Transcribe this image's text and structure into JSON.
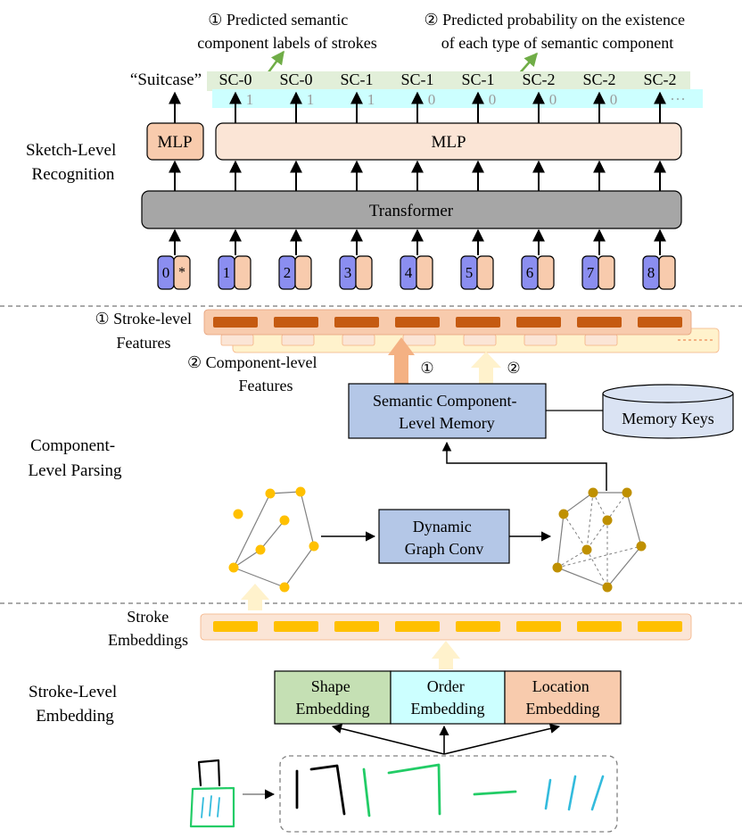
{
  "sections": {
    "sketch_level": [
      "Sketch-Level",
      "Recognition"
    ],
    "component_level": [
      "Component-",
      "Level Parsing"
    ],
    "stroke_level": [
      "Stroke-Level",
      "Embedding"
    ]
  },
  "annotations": {
    "predicted_labels": [
      "① Predicted semantic",
      "component labels of strokes"
    ],
    "predicted_probability": [
      "② Predicted probability on the existence",
      "of each type of semantic component"
    ]
  },
  "class_label": "“Suitcase”",
  "sc_labels": [
    "SC-0",
    "SC-0",
    "SC-1",
    "SC-1",
    "SC-1",
    "SC-2",
    "SC-2",
    "SC-2"
  ],
  "probabilities": [
    "1",
    "1",
    "1",
    "0",
    "0",
    "0",
    "0"
  ],
  "probabilities_more": "···",
  "blocks": {
    "mlp_small": "MLP",
    "mlp_large": "MLP",
    "transformer": "Transformer",
    "memory": [
      "Semantic Component-",
      "Level Memory"
    ],
    "memory_keys": "Memory Keys",
    "graph_conv": [
      "Dynamic",
      "Graph Conv"
    ]
  },
  "tokens": [
    {
      "index": "0",
      "right": "*"
    },
    {
      "index": "1",
      "right": ""
    },
    {
      "index": "2",
      "right": ""
    },
    {
      "index": "3",
      "right": ""
    },
    {
      "index": "4",
      "right": ""
    },
    {
      "index": "5",
      "right": ""
    },
    {
      "index": "6",
      "right": ""
    },
    {
      "index": "7",
      "right": ""
    },
    {
      "index": "8",
      "right": ""
    }
  ],
  "features": {
    "stroke_level": [
      "① Stroke-level",
      "Features"
    ],
    "component_level": [
      "② Component-level",
      "Features"
    ],
    "stroke_embeddings": [
      "Stroke",
      "Embeddings"
    ],
    "arrow_1": "①",
    "arrow_2": "②"
  },
  "embeddings": {
    "shape": [
      "Shape",
      "Embedding"
    ],
    "order": [
      "Order",
      "Embedding"
    ],
    "location": [
      "Location",
      "Embedding"
    ]
  },
  "colors": {
    "blue_token": "#8b8ef0",
    "peach": "#f8cbad",
    "peach_light": "#fbe5d6",
    "gray_block": "#a6a6a6",
    "memory_blue": "#b4c7e7",
    "orange_bar": "#c55a11",
    "yellow_bar": "#ffc000",
    "green_box": "#c5e0b4",
    "cyan_box": "#ccffff",
    "label_green": "#e2efd9",
    "label_cyan": "#ccffff",
    "graph_yellow": "#ffc000",
    "graph_brown": "#bf9000",
    "annotation_arrow": "#70ad47"
  }
}
